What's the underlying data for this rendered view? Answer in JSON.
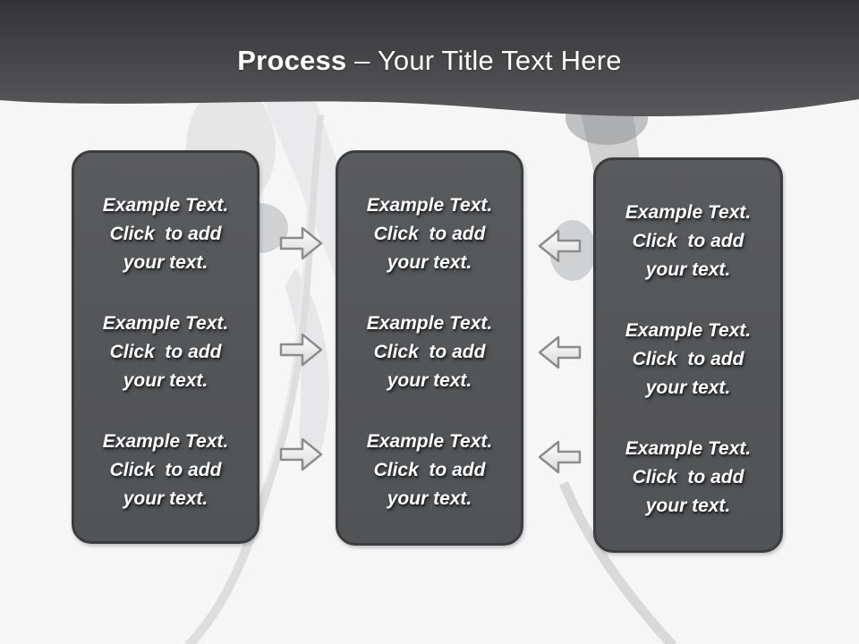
{
  "slide_title": {
    "emphasis": "Process",
    "separator": " – ",
    "rest": "Your Title Text Here"
  },
  "columns": [
    {
      "name": "left-column",
      "blocks": [
        "Example Text.\nClick  to add\nyour text.",
        "Example Text.\nClick  to add\nyour text.",
        "Example Text.\nClick  to add\nyour text."
      ]
    },
    {
      "name": "middle-column",
      "blocks": [
        "Example Text.\nClick  to add\nyour text.",
        "Example Text.\nClick  to add\nyour text.",
        "Example Text.\nClick  to add\nyour text."
      ]
    },
    {
      "name": "right-column",
      "blocks": [
        "Example Text.\nClick  to add\nyour text.",
        "Example Text.\nClick  to add\nyour text.",
        "Example Text.\nClick  to add\nyour text."
      ]
    }
  ],
  "arrows": {
    "left_gap_direction": "right",
    "right_gap_direction": "left",
    "count_per_gap": 3
  },
  "colors": {
    "background": "#f6f6f7",
    "header_top": "#343436",
    "header_bottom": "#59595b",
    "box_fill": "#545557",
    "box_border": "#3b3c3e",
    "box_text": "#ffffff",
    "arrow_fill": "#f0f0f0",
    "arrow_stroke": "#8c8c8c",
    "cable": "#dcdcdc"
  }
}
